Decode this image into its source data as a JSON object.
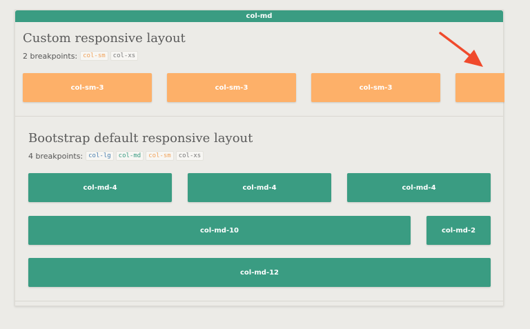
{
  "header": {
    "label": "col-md"
  },
  "custom": {
    "title": "Custom responsive layout",
    "subtitle": "2 breakpoints:",
    "codes": [
      {
        "text": "col-sm",
        "color": "#f0a25a"
      },
      {
        "text": "col-xs",
        "color": "#777777"
      }
    ],
    "boxes": [
      "col-sm-3",
      "col-sm-3",
      "col-sm-3",
      ""
    ]
  },
  "bootstrap": {
    "title": "Bootstrap default responsive layout",
    "subtitle": "4 breakpoints:",
    "codes": [
      {
        "text": "col-lg",
        "color": "#4a7fb0"
      },
      {
        "text": "col-md",
        "color": "#3a9c82"
      },
      {
        "text": "col-sm",
        "color": "#f0a25a"
      },
      {
        "text": "col-xs",
        "color": "#777777"
      }
    ],
    "row1": [
      "col-md-4",
      "col-md-4",
      "col-md-4"
    ],
    "row2": [
      "col-md-10",
      "col-md-2"
    ],
    "row3": [
      "col-md-12"
    ]
  },
  "colors": {
    "orange": "#fdb069",
    "green": "#3a9c82",
    "arrow": "#f04a2c"
  }
}
